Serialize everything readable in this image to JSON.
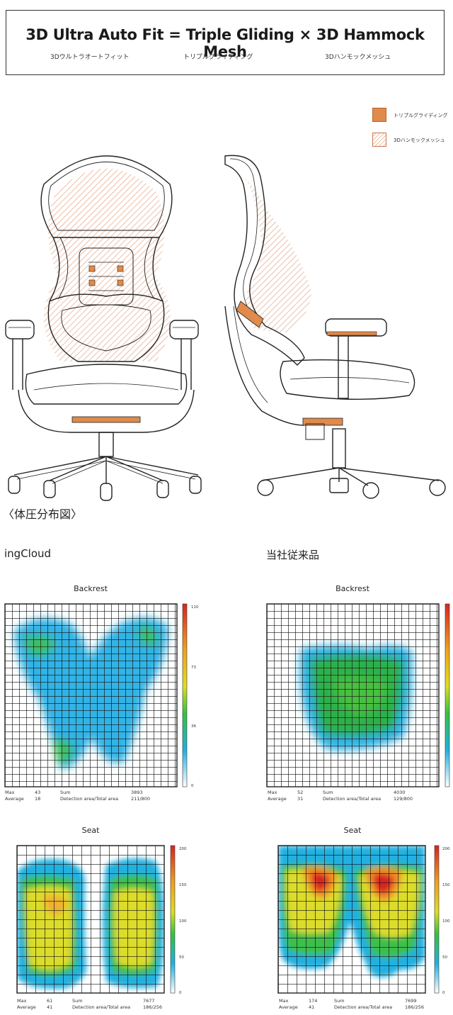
{
  "header": {
    "title": "3D Ultra Auto Fit = Triple Gliding × 3D Hammock Mesh",
    "sub_left": "3Dウルトラオートフィット",
    "sub_center": "トリプルグライディング",
    "sub_right": "3Dハンモックメッシュ"
  },
  "legend": {
    "gliding_label": "トリプルグライディング",
    "mesh_label": "3Dハンモックメッシュ"
  },
  "colors": {
    "gliding": "#e08a4c",
    "mesh": "#e8a882",
    "line": "#222222"
  },
  "pressure_heading": "〈体圧分布図〉",
  "columns": {
    "left": "ingCloud",
    "right": "当社従来品"
  },
  "panels": {
    "l_back": {
      "title": "Backrest",
      "max_label": "Max",
      "max": "43",
      "avg_label": "Average",
      "avg": "18",
      "sum_label": "Sum",
      "sum": "3893",
      "det_label": "Detection area/Total area",
      "det": "211/800",
      "scale": [
        "110",
        "73",
        "36",
        "0"
      ]
    },
    "r_back": {
      "title": "Backrest",
      "max_label": "Max",
      "max": "52",
      "avg_label": "Average",
      "avg": "31",
      "sum_label": "Sum",
      "sum": "4030",
      "det_label": "Detection area/Total area",
      "det": "129/800"
    },
    "l_seat": {
      "title": "Seat",
      "max_label": "Max",
      "max": "61",
      "avg_label": "Average",
      "avg": "41",
      "sum_label": "Sum",
      "sum": "7677",
      "det_label": "Detection area/Total area",
      "det": "186/256",
      "scale": [
        "200",
        "150",
        "100",
        "50",
        "0"
      ]
    },
    "r_seat": {
      "title": "Seat",
      "max_label": "Max",
      "max": "174",
      "avg_label": "Average",
      "avg": "41",
      "sum_label": "Sum",
      "sum": "7699",
      "det_label": "Detection area/Total area",
      "det": "186/256",
      "scale": [
        "200",
        "150",
        "100",
        "50",
        "0"
      ]
    }
  }
}
